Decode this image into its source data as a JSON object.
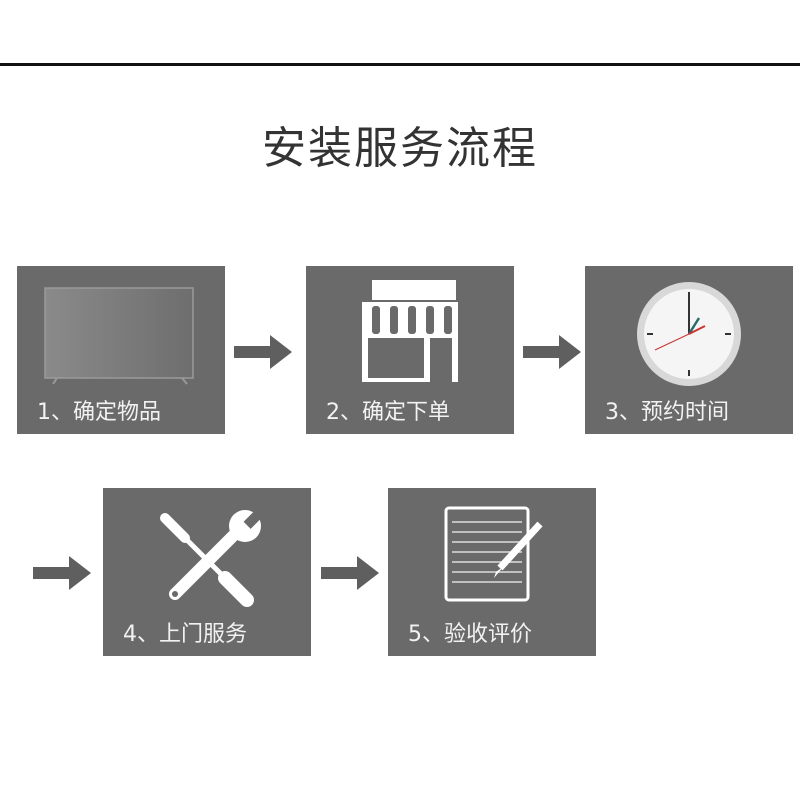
{
  "title": "安装服务流程",
  "steps": [
    {
      "label": "1、确定物品",
      "icon": "tv-icon"
    },
    {
      "label": "2、确定下单",
      "icon": "shop-icon"
    },
    {
      "label": "3、预约时间",
      "icon": "clock-icon"
    },
    {
      "label": "4、上门服务",
      "icon": "tools-icon"
    },
    {
      "label": "5、验收评价",
      "icon": "notepad-icon"
    }
  ],
  "colors": {
    "box": "#6a6a6a",
    "arrow": "#5f5f5f",
    "title": "#333333"
  }
}
